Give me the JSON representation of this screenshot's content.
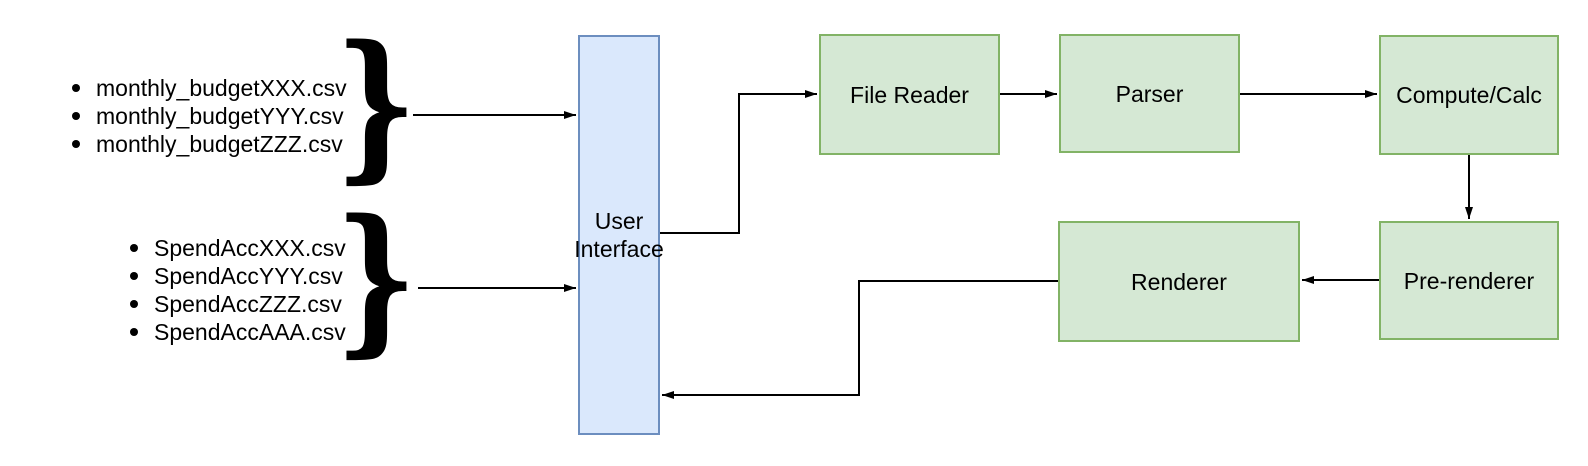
{
  "diagram": {
    "type": "flowchart",
    "description": "Budget CSV processing pipeline"
  },
  "colors": {
    "background": "#ffffff",
    "process_node_fill": "#d5e8d4",
    "process_node_border": "#82b366",
    "ui_node_fill": "#dae8fc",
    "ui_node_border": "#6c8ebf",
    "arrow": "#000000",
    "text": "#000000"
  },
  "glyphs": {
    "brace": "}"
  },
  "input_groups": [
    {
      "name": "monthly_budget_files",
      "files": [
        "monthly_budgetXXX.csv",
        "monthly_budgetYYY.csv",
        "monthly_budgetZZZ.csv"
      ]
    },
    {
      "name": "spend_acc_files",
      "files": [
        "SpendAccXXX.csv",
        "SpendAccYYY.csv",
        "SpendAccZZZ.csv",
        "SpendAccAAA.csv"
      ]
    }
  ],
  "nodes": {
    "user_interface": {
      "label": "User Interface"
    },
    "file_reader": {
      "label": "File Reader"
    },
    "parser": {
      "label": "Parser"
    },
    "compute_calc": {
      "label": "Compute/Calc"
    },
    "pre_renderer": {
      "label": "Pre-renderer"
    },
    "renderer": {
      "label": "Renderer"
    }
  },
  "edges": [
    {
      "from": "monthly_budget_files",
      "to": "user_interface"
    },
    {
      "from": "spend_acc_files",
      "to": "user_interface"
    },
    {
      "from": "user_interface",
      "to": "file_reader"
    },
    {
      "from": "file_reader",
      "to": "parser"
    },
    {
      "from": "parser",
      "to": "compute_calc"
    },
    {
      "from": "compute_calc",
      "to": "pre_renderer"
    },
    {
      "from": "pre_renderer",
      "to": "renderer"
    },
    {
      "from": "renderer",
      "to": "user_interface"
    }
  ]
}
